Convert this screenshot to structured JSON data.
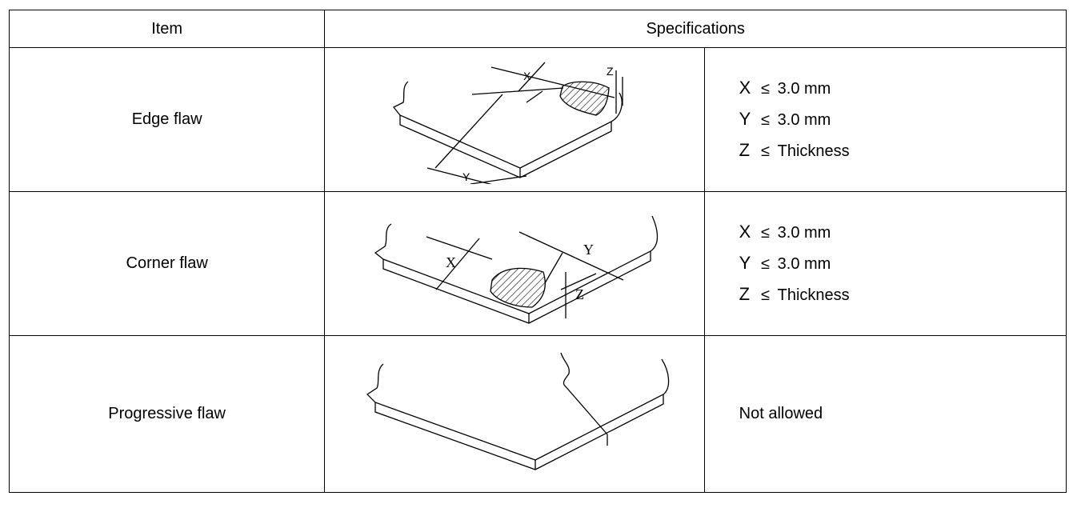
{
  "table": {
    "header": {
      "item": "Item",
      "specifications": "Specifications"
    },
    "rows": [
      {
        "item": "Edge flaw",
        "figure_labels": {
          "x": "X",
          "y": "Y",
          "z": "Z"
        },
        "specs": [
          {
            "var": "X",
            "op": "≤",
            "value": "3.0 mm"
          },
          {
            "var": "Y",
            "op": "≤",
            "value": "3.0 mm"
          },
          {
            "var": "Z",
            "op": "≤",
            "value": "Thickness"
          }
        ]
      },
      {
        "item": "Corner flaw",
        "figure_labels": {
          "x": "X",
          "y": "Y",
          "z": "Z"
        },
        "specs": [
          {
            "var": "X",
            "op": "≤",
            "value": "3.0 mm"
          },
          {
            "var": "Y",
            "op": "≤",
            "value": "3.0 mm"
          },
          {
            "var": "Z",
            "op": "≤",
            "value": "Thickness"
          }
        ]
      },
      {
        "item": "Progressive flaw",
        "spec_text": "Not allowed"
      }
    ]
  }
}
